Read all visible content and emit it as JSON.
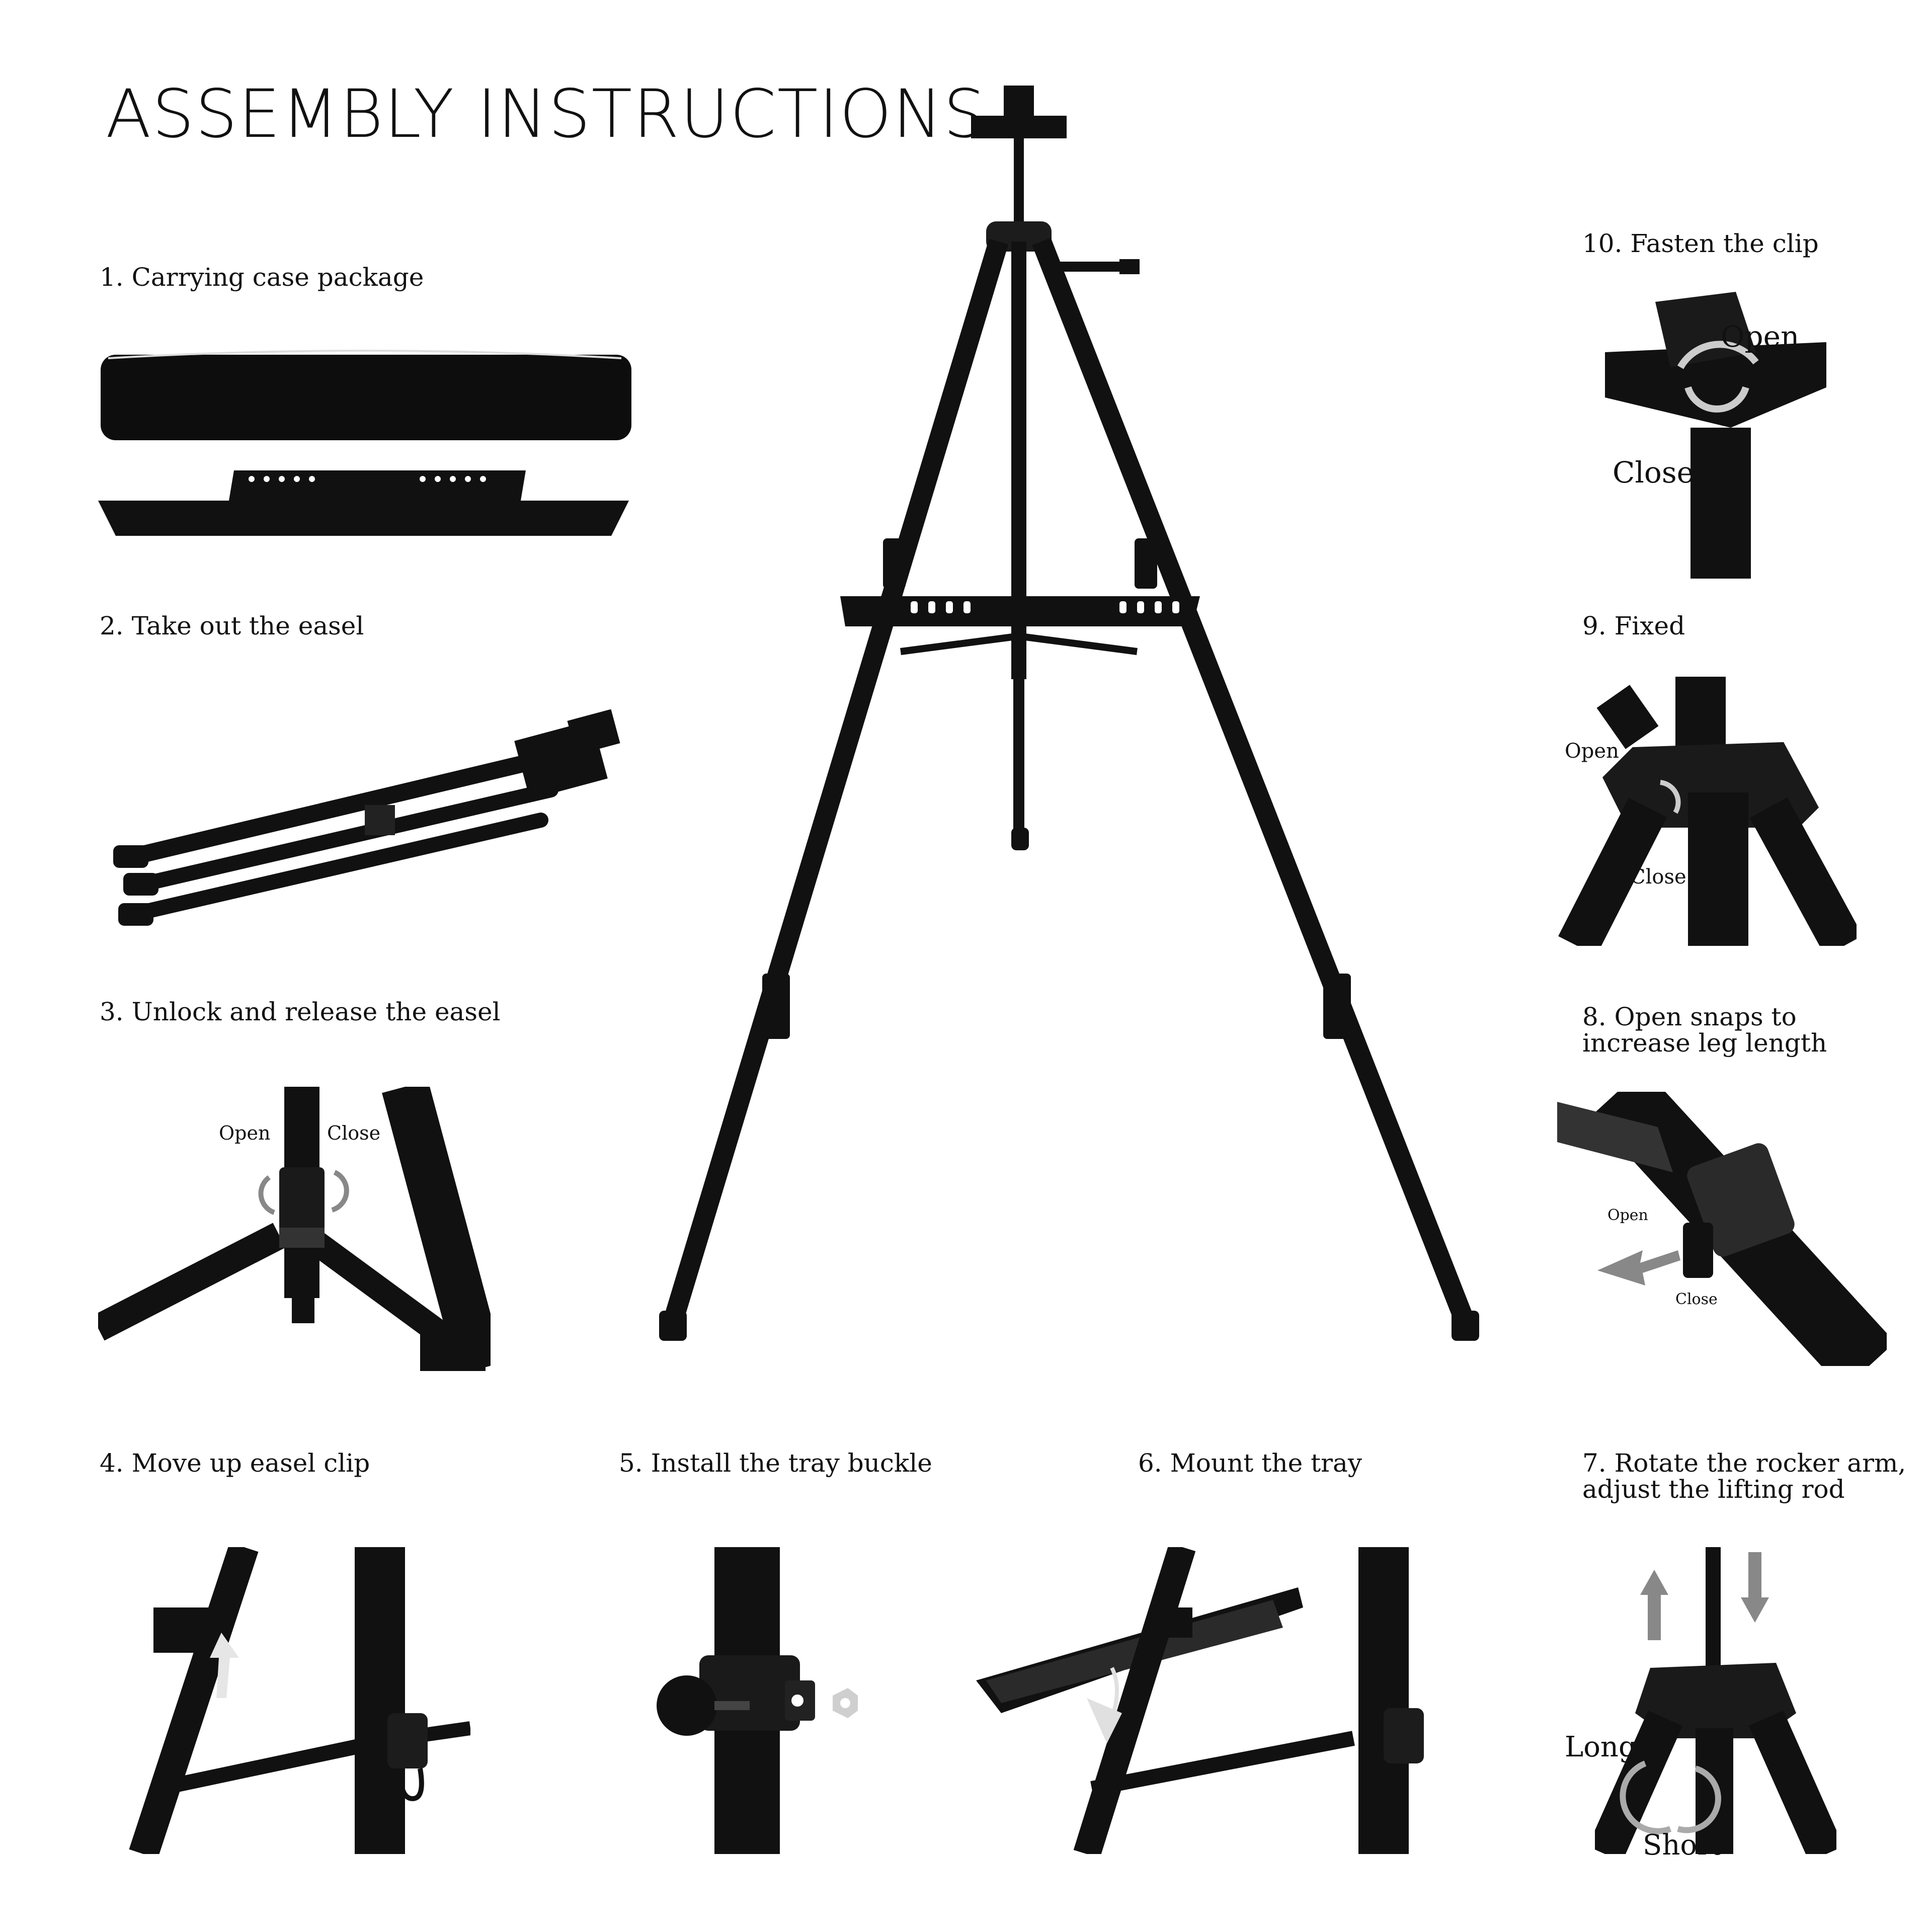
{
  "title": "ASSEMBLY INSTRUCTIONS",
  "steps": [
    {
      "label": "1. Carrying case package"
    },
    {
      "label": "2. Take out the easel"
    },
    {
      "label": "3. Unlock and release the easel",
      "annotations": {
        "open": "Open",
        "close": "Close"
      }
    },
    {
      "label": "4. Move up easel clip"
    },
    {
      "label": "5. Install the tray buckle"
    },
    {
      "label": "6. Mount the tray"
    },
    {
      "label": "7. Rotate the rocker arm,\nadjust the lifting rod",
      "annotations": {
        "long": "Long",
        "short": "Short"
      }
    },
    {
      "label": "8. Open snaps to\nincrease leg length",
      "annotations": {
        "open": "Open",
        "close": "Close"
      }
    },
    {
      "label": "9. Fixed",
      "annotations": {
        "open": "Open",
        "close": "Close"
      }
    },
    {
      "label": "10. Fasten the clip",
      "annotations": {
        "open": "Open",
        "close": "Close"
      }
    }
  ]
}
